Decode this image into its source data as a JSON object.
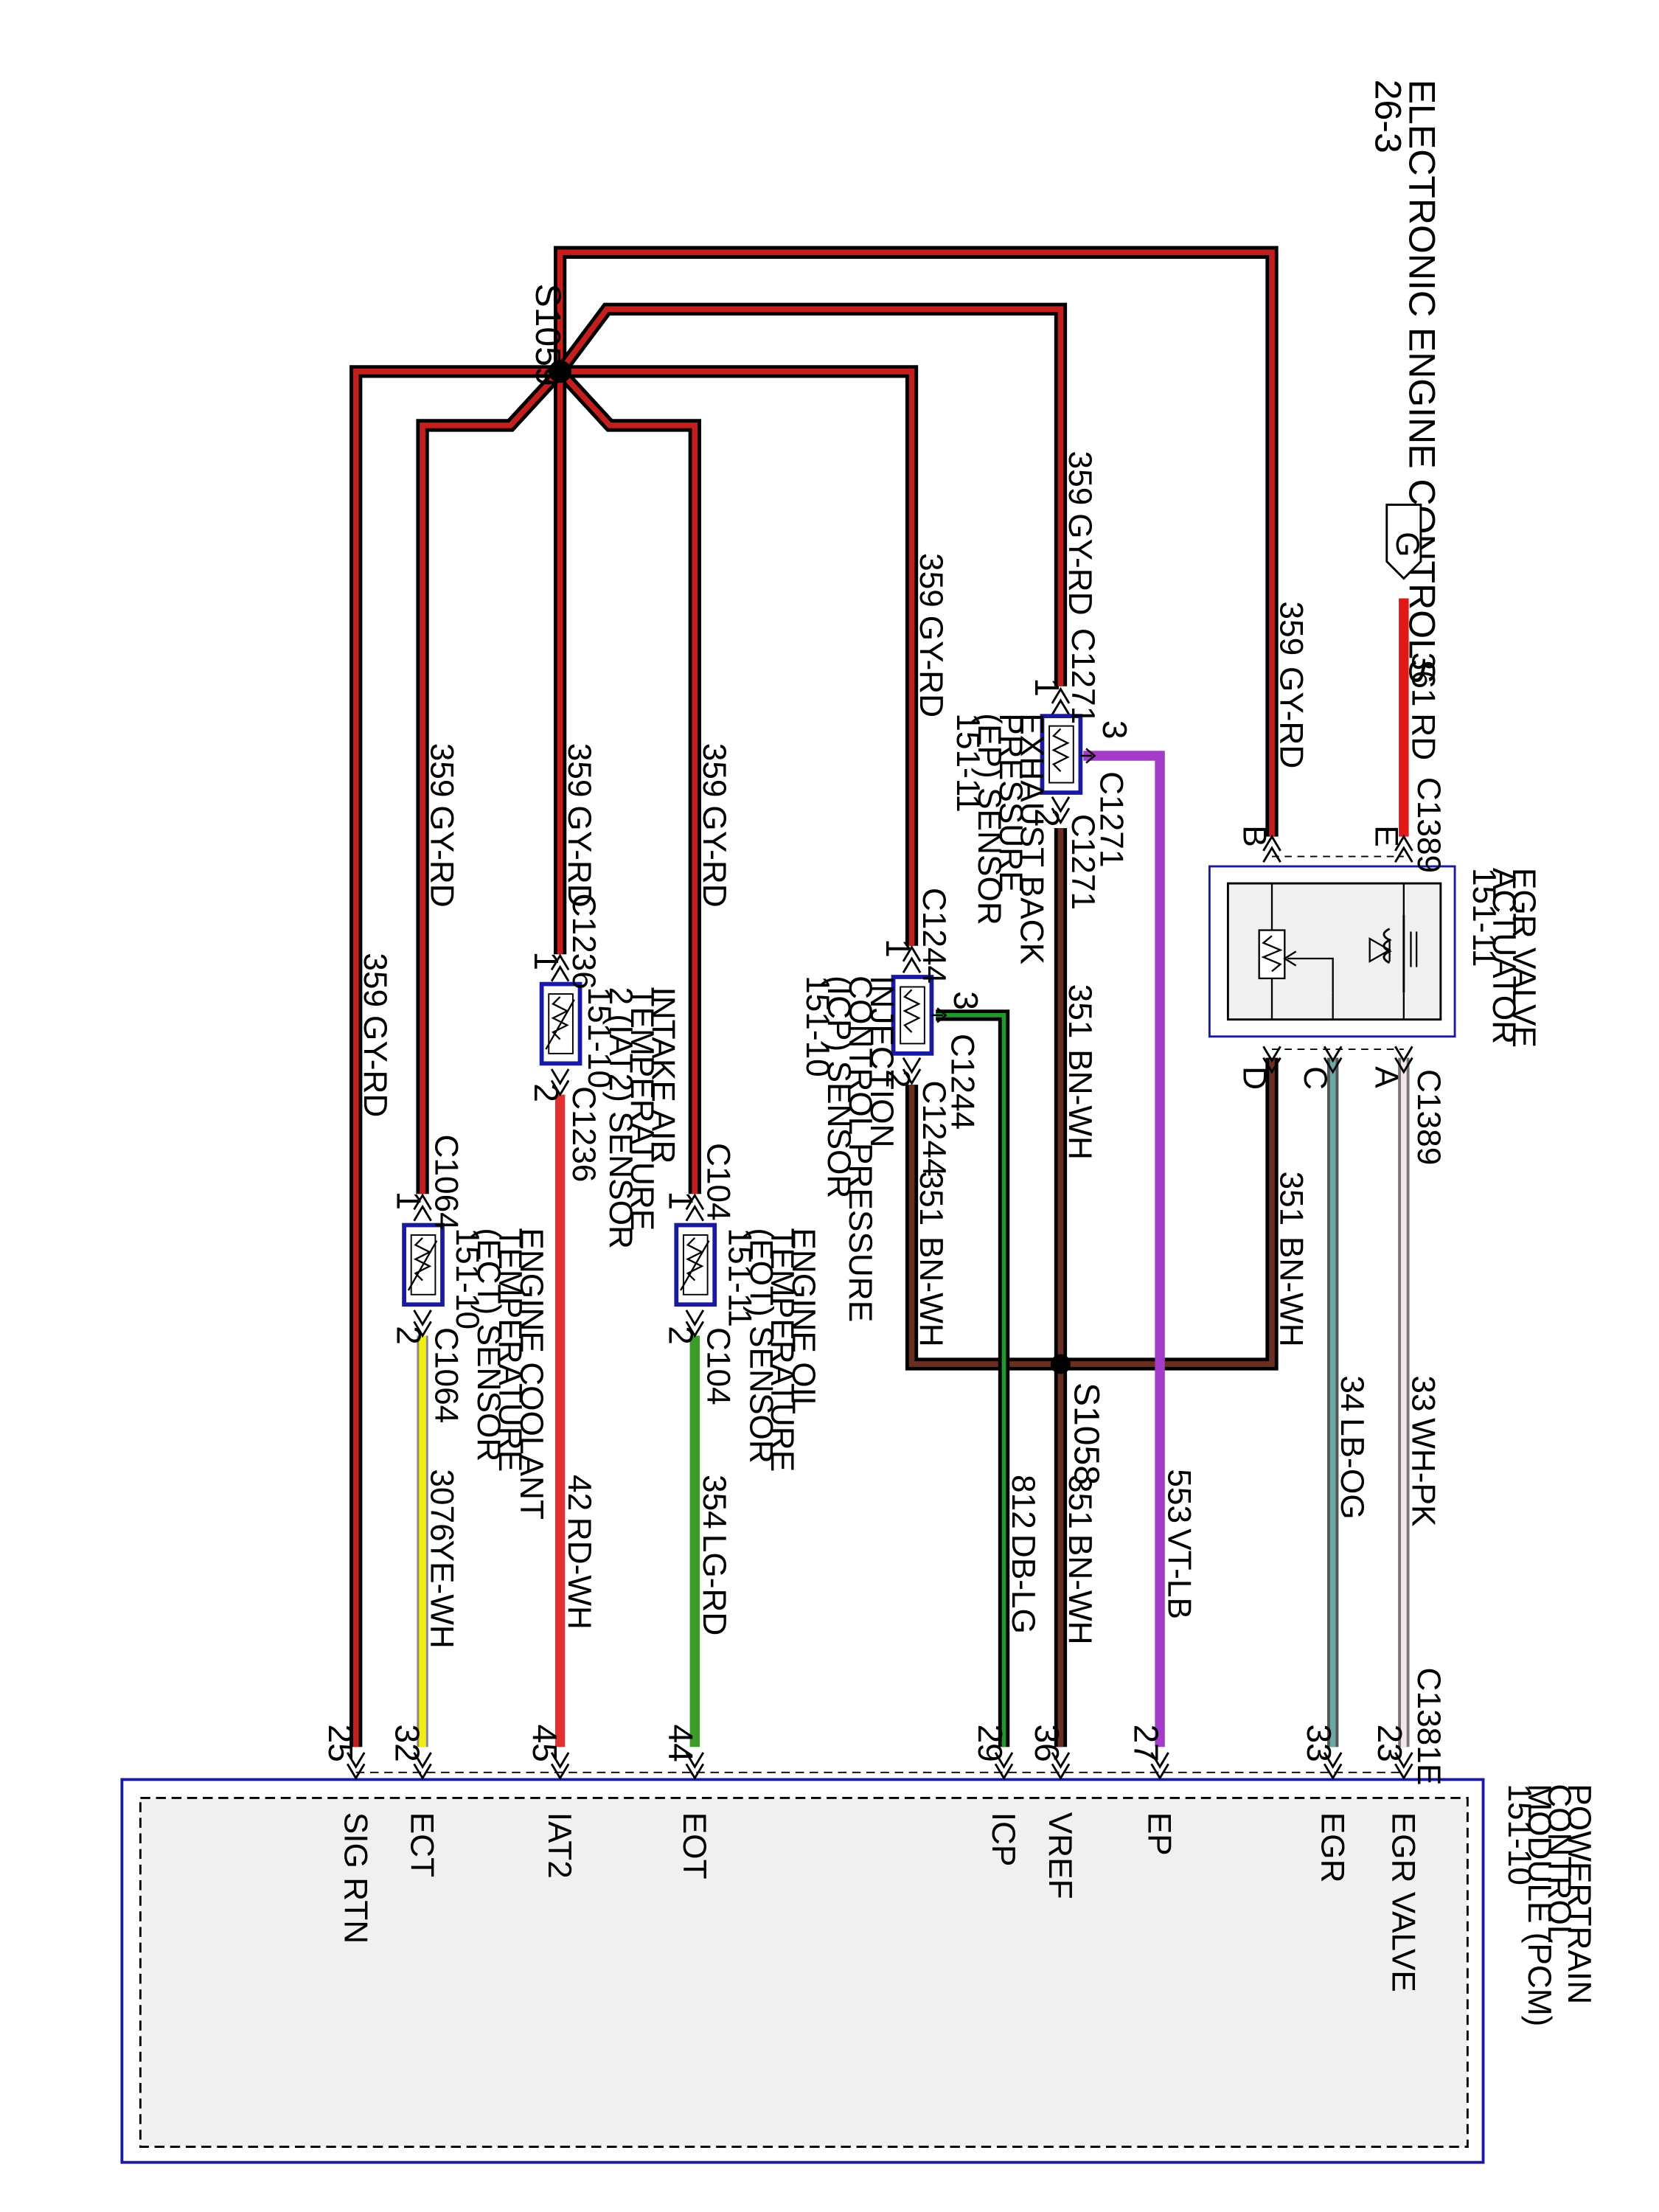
{
  "header": {
    "title": "ELECTRONIC ENGINE CONTROLS",
    "page": "26-3"
  },
  "ground_ref": "G",
  "splices": {
    "top": "S1059",
    "mid": "S1058"
  },
  "egr": {
    "title": "EGR VALVE",
    "subtitle": "ACTUATOR",
    "ref": "151-11",
    "conn_top": "C1389",
    "conn_bot": "C1389",
    "pins": {
      "b": "B",
      "e": "E",
      "d": "D",
      "c": "C",
      "a": "A"
    }
  },
  "pcm": {
    "title": "POWERTRAIN",
    "line2": "CONTROL",
    "line3": "MODULE (PCM)",
    "ref": "151-10",
    "conn": "C1381E",
    "pins": [
      {
        "num": "23",
        "label": "EGR VALVE"
      },
      {
        "num": "33",
        "label": "EGR"
      },
      {
        "num": "27",
        "label": "EP"
      },
      {
        "num": "36",
        "label": "VREF"
      },
      {
        "num": "29",
        "label": "ICP"
      },
      {
        "num": "44",
        "label": "EOT"
      },
      {
        "num": "45",
        "label": "IAT2"
      },
      {
        "num": "32",
        "label": "ECT"
      },
      {
        "num": "25",
        "label": "SIG RTN"
      }
    ]
  },
  "wires": {
    "w361": {
      "num": "361",
      "color": "RD"
    },
    "w359": {
      "num": "359",
      "color": "GY-RD"
    },
    "w351": {
      "num": "351",
      "color": "BN-WH"
    },
    "w33": {
      "num": "33",
      "color": "WH-PK"
    },
    "w34": {
      "num": "34",
      "color": "LB-OG"
    },
    "w553": {
      "num": "553",
      "color": "VT-LB"
    },
    "w812": {
      "num": "812",
      "color": "DB-LG"
    },
    "w354": {
      "num": "354",
      "color": "LG-RD"
    },
    "w42": {
      "num": "42",
      "color": "RD-WH"
    },
    "w3076": {
      "num": "3076",
      "color": "YE-WH"
    }
  },
  "sensors": {
    "ep": {
      "lines": [
        "EXHAUST BACK",
        "PRESSURE",
        "(EP) SENSOR",
        "151-11"
      ],
      "conn": "C1271",
      "p1": "1",
      "p2": "2",
      "p3": "3"
    },
    "icp": {
      "lines": [
        "INJECTION",
        "CONTROL PRESSURE",
        "(ICP) SENSOR",
        "151-10"
      ],
      "conn": "C1244",
      "p1": "1",
      "p2": "2",
      "p3": "3"
    },
    "iat2": {
      "lines": [
        "INTAKE AIR",
        "TEMPERATURE",
        "2 (IAT2) SENSOR",
        "151-10"
      ],
      "conn": "C1236",
      "p1": "1",
      "p2": "2"
    },
    "eot": {
      "lines": [
        "ENGINE OIL",
        "TEMPERATURE",
        "(EOT) SENSOR",
        "151-11"
      ],
      "conn": "C104",
      "p1": "1",
      "p2": "2"
    },
    "ect": {
      "lines": [
        "ENGINE COOLANT",
        "TEMPERATURE",
        "(ECT) SENSOR",
        "151-10"
      ],
      "conn": "C1064",
      "p1": "1",
      "p2": "2"
    }
  },
  "colors": {
    "gy_rd": "#c41e1e",
    "bn_wh": "#6b2e20",
    "rd": "#e01818",
    "wh_pk": "#f2e6ea",
    "lb_og": "#6fa6a6",
    "vt_lb": "#a33cc8",
    "db_lg": "#1f7a2a",
    "lg_rd": "#3c9b2a",
    "rd_wh": "#e03030",
    "ye_wh": "#f2ee10",
    "blue": "#1a1aa0",
    "grey": "#f0f0f0"
  }
}
